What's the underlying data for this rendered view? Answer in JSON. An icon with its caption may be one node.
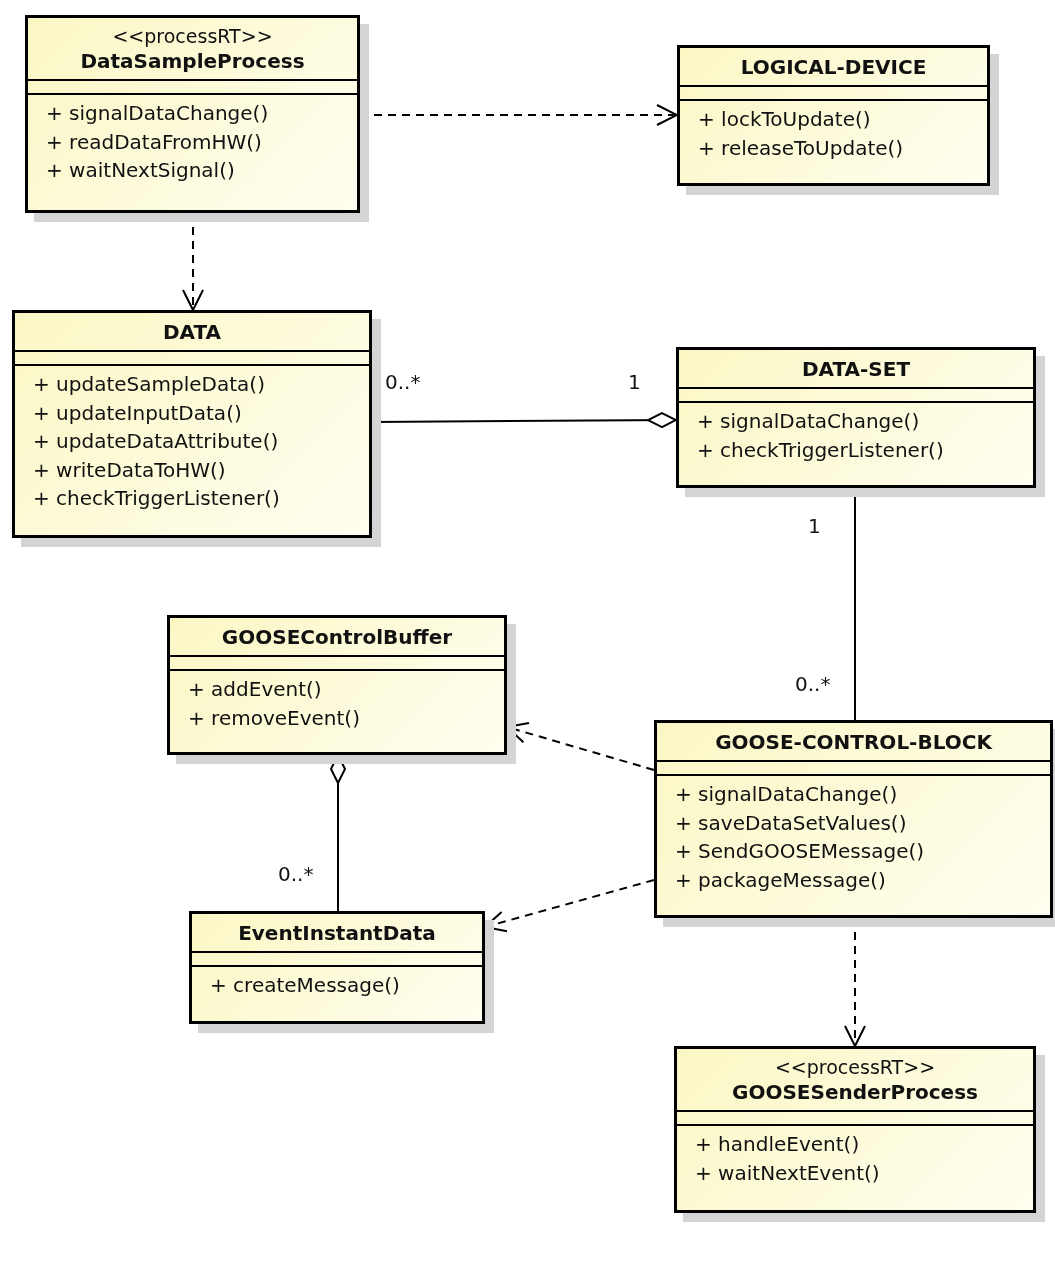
{
  "diagram": {
    "nodes": [
      {
        "text": [
          "<<processRT>>",
          "DataSampleProcess",
          "+ signalDataChange()",
          "+ readDataFromHW()",
          "+ waitNextSignal()"
        ]
      },
      {
        "text": [
          "LOGICAL-DEVICE",
          "+ lockToUpdate()",
          "+ releaseToUpdate()"
        ]
      },
      {
        "text": [
          "DATA",
          "+ updateSampleData()",
          "+ updateInputData()",
          "+ updateDataAttribute()",
          "+ writeDataToHW()",
          "+ checkTriggerListener()"
        ]
      },
      {
        "text": [
          "DATA-SET",
          "+ signalDataChange()",
          "+ checkTriggerListener()"
        ]
      },
      {
        "text": [
          "GOOSEControlBuffer",
          "+ addEvent()",
          "+ removeEvent()"
        ]
      },
      {
        "text": [
          "GOOSE-CONTROL-BLOCK",
          "+ signalDataChange()",
          "+ saveDataSetValues()",
          "+ SendGOOSEMessage()",
          "+ packageMessage()"
        ]
      },
      {
        "text": [
          "EventInstantData",
          "+ createMessage()"
        ]
      },
      {
        "text": [
          "<<processRT>>",
          "GOOSESenderProcess",
          "+ handleEvent()",
          "+ waitNextEvent()"
        ]
      }
    ],
    "edges": [
      {
        "from": 0,
        "to": 1,
        "arrow": "to",
        "style": "dashed"
      },
      {
        "from": 0,
        "to": 2,
        "arrow": "to",
        "style": "dashed"
      },
      {
        "from": 2,
        "to": 3,
        "arrow": "other"
      },
      {
        "from": 3,
        "to": 5,
        "arrow": "none"
      },
      {
        "from": 5,
        "to": 4,
        "arrow": "to",
        "style": "dashed"
      },
      {
        "from": 5,
        "to": 6,
        "arrow": "to",
        "style": "dashed"
      },
      {
        "from": 6,
        "to": 4,
        "arrow": "other"
      },
      {
        "from": 5,
        "to": 7,
        "arrow": "to",
        "style": "dashed"
      }
    ],
    "labels": [
      "0..*",
      "1",
      "1",
      "0..*",
      "0..*"
    ]
  }
}
